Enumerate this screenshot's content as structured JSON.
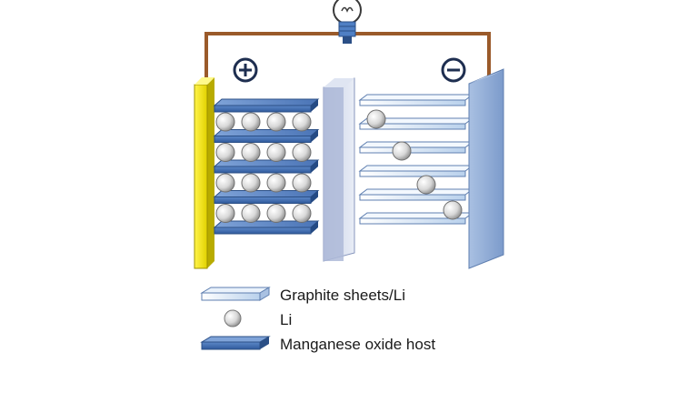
{
  "diagram": {
    "positive_symbol": "+",
    "negative_symbol": "−",
    "cathode_layers": 5,
    "li_per_cathode_row": 4,
    "anode_layers": 6,
    "anode_li_count": 4,
    "colors": {
      "wire": "#9a5a2a",
      "current_collector_positive": "#f2e600",
      "manganese_oxide": "#3f6fb3",
      "separator": "#aab8d6",
      "graphite": "#cfe0f2",
      "current_collector_negative": "#8ea9d2",
      "lithium": "#e6e6e6"
    },
    "icons": [
      "light-bulb-icon",
      "plus-circle-icon",
      "minus-circle-icon"
    ]
  },
  "legend": {
    "items": [
      {
        "key": "graphite",
        "label": "Graphite sheets/Li"
      },
      {
        "key": "lithium",
        "label": "Li"
      },
      {
        "key": "manganese",
        "label": "Manganese oxide host"
      }
    ]
  }
}
